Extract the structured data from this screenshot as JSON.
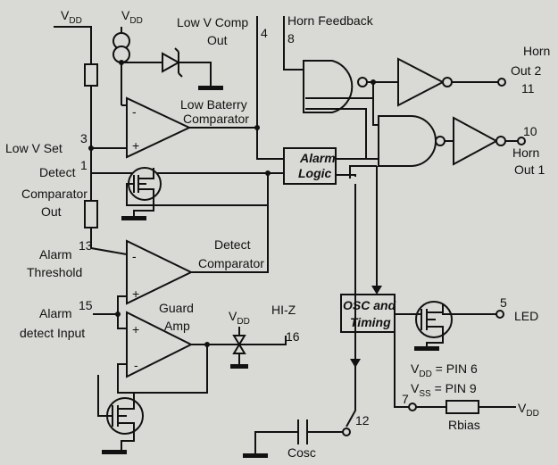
{
  "diagram": {
    "labels": {
      "vdd_left": "V",
      "vdd_left_sub": "DD",
      "vdd_mid": "V",
      "vdd_mid_sub": "DD",
      "low_v_comp": "Low V Comp",
      "low_v_comp_out": "Out",
      "pin4": "4",
      "horn_feedback": "Horn Feedback",
      "pin8": "8",
      "horn_out2_a": "Horn",
      "horn_out2_b": "Out 2",
      "pin11": "11",
      "low_battery_a": "Low Baterry",
      "low_battery_b": "Comparator",
      "pin10": "10",
      "horn_out1_a": "Horn",
      "horn_out1_b": "Out 1",
      "low_v_set": "Low V Set",
      "pin3": "3",
      "detect": "Detect",
      "pin1": "1",
      "alarm_logic_a": "Alarm",
      "alarm_logic_b": "Logic",
      "detect_comp_a": "Comparator",
      "detect_comp_b": "Out",
      "alarm_threshold_a": "Alarm",
      "alarm_threshold_b": "Threshold",
      "pin13": "13",
      "detect_comparator_a": "Detect",
      "detect_comparator_b": "Comparator",
      "alarm_detect_a": "Alarm",
      "alarm_detect_b": "detect Input",
      "pin15": "15",
      "guard_amp_a": "Guard",
      "guard_amp_b": "Amp",
      "vdd_guard": "V",
      "vdd_guard_sub": "DD",
      "hiz": "HI-Z",
      "pin16": "16",
      "osc_a": "OSC and",
      "osc_b": "Timing",
      "pin5": "5",
      "led": "LED",
      "vdd_pin_a": "V",
      "vdd_pin_a_sub": "DD",
      "vdd_pin_a_rest": " = PIN 6",
      "vss_pin_a": "V",
      "vss_pin_a_sub": "SS",
      "vss_pin_a_rest": " = PIN 9",
      "pin7": "7",
      "vdd_right": "V",
      "vdd_right_sub": "DD",
      "rbias": "Rbias",
      "pin12": "12",
      "cosc": "Cosc",
      "plus": "+",
      "minus": "-"
    }
  }
}
